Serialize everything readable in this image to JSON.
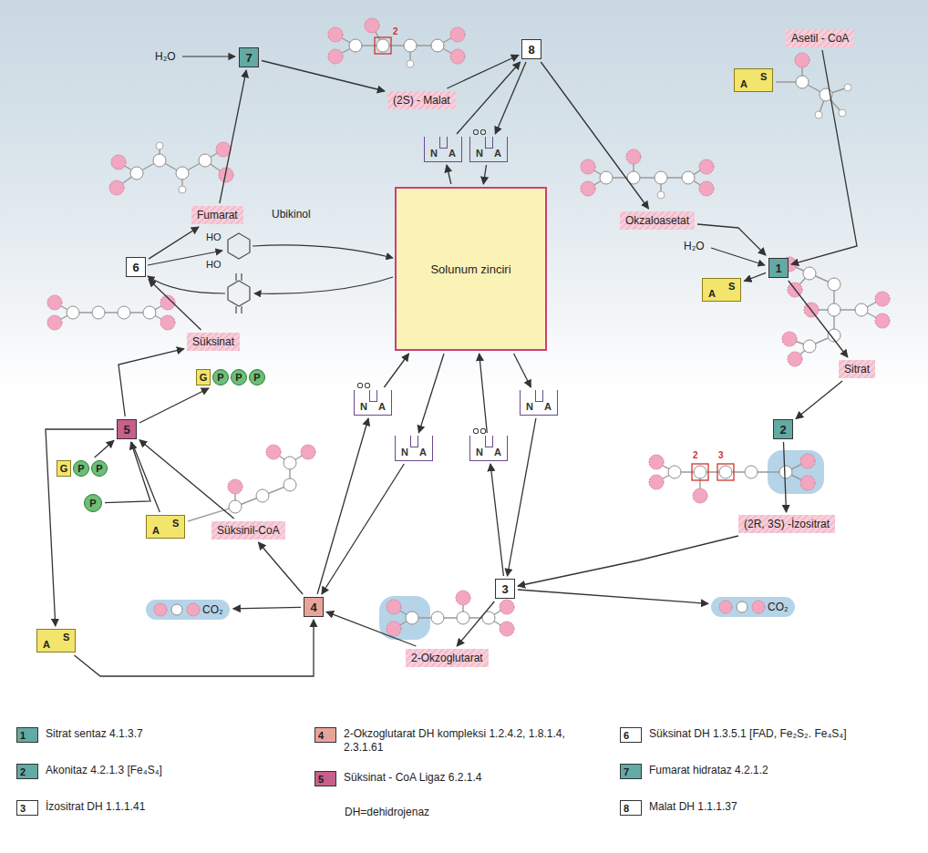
{
  "diagram": {
    "nodes": [
      {
        "text": [
          "7"
        ]
      },
      {
        "text": [
          "(2S) - Malat"
        ]
      },
      {
        "text": [
          "8"
        ]
      },
      {
        "text": [
          "Asetil - CoA"
        ]
      },
      {
        "text": [
          "A",
          "S"
        ]
      },
      {
        "text": [
          "N",
          "A"
        ]
      },
      {
        "text": [
          "N",
          "A"
        ]
      },
      {
        "text": [
          "Fumarat"
        ]
      },
      {
        "text": [
          "Okzaloasetat"
        ]
      },
      {
        "text": [
          "6"
        ]
      },
      {
        "text": [
          "Solunum zinciri"
        ]
      },
      {
        "text": [
          "1"
        ]
      },
      {
        "text": [
          "A",
          "S"
        ]
      },
      {
        "text": [
          "Süksinat"
        ]
      },
      {
        "text": [
          "G",
          "P",
          "P",
          "P"
        ]
      },
      {
        "text": [
          "Sitrat"
        ]
      },
      {
        "text": [
          "5"
        ]
      },
      {
        "text": [
          "2"
        ]
      },
      {
        "text": [
          "N",
          "A"
        ]
      },
      {
        "text": [
          "N",
          "A"
        ]
      },
      {
        "text": [
          "N",
          "A"
        ]
      },
      {
        "text": [
          "N",
          "A"
        ]
      },
      {
        "text": [
          "G",
          "P",
          "P"
        ]
      },
      {
        "text": [
          "P"
        ]
      },
      {
        "text": [
          "A",
          "S"
        ]
      },
      {
        "text": [
          "Süksinil-CoA"
        ]
      },
      {
        "text": [
          "(2R, 3S) -İzositrat"
        ]
      },
      {
        "text": [
          "3"
        ]
      },
      {
        "text": [
          "4"
        ]
      },
      {
        "text": [
          "CO₂"
        ]
      },
      {
        "text": [
          "CO₂"
        ]
      },
      {
        "text": [
          "2-Okzoglutarat"
        ]
      },
      {
        "text": [
          "A",
          "S"
        ]
      }
    ],
    "edges": [
      {
        "from": 3,
        "to": 11,
        "arrow": "to"
      },
      {
        "from": 8,
        "to": 11,
        "arrow": "to"
      },
      {
        "from": 11,
        "to": 12,
        "arrow": "to"
      },
      {
        "from": 11,
        "to": 15,
        "arrow": "to"
      },
      {
        "from": 15,
        "to": 17,
        "arrow": "to"
      },
      {
        "from": 17,
        "to": 26,
        "arrow": "to"
      },
      {
        "from": 26,
        "to": 27,
        "arrow": "to"
      },
      {
        "from": 27,
        "to": 31,
        "arrow": "to"
      },
      {
        "from": 27,
        "to": 30,
        "arrow": "to"
      },
      {
        "from": 27,
        "to": 21,
        "arrow": "to"
      },
      {
        "from": 21,
        "to": 10,
        "arrow": "to"
      },
      {
        "from": 10,
        "to": 20,
        "arrow": "to"
      },
      {
        "from": 20,
        "to": 27,
        "arrow": "to"
      },
      {
        "from": 31,
        "to": 28,
        "arrow": "to"
      },
      {
        "from": 28,
        "to": 29,
        "arrow": "to"
      },
      {
        "from": 28,
        "to": 18,
        "arrow": "to"
      },
      {
        "from": 18,
        "to": 10,
        "arrow": "to"
      },
      {
        "from": 10,
        "to": 19,
        "arrow": "to"
      },
      {
        "from": 19,
        "to": 28,
        "arrow": "to"
      },
      {
        "from": 28,
        "to": 25,
        "arrow": "to"
      },
      {
        "from": 32,
        "to": 28,
        "arrow": "to"
      },
      {
        "from": 16,
        "to": 32,
        "arrow": "to"
      },
      {
        "from": 25,
        "to": 16,
        "arrow": "to"
      },
      {
        "from": 22,
        "to": 16,
        "arrow": "to"
      },
      {
        "from": 23,
        "to": 16,
        "arrow": "to"
      },
      {
        "from": 24,
        "to": 16,
        "arrow": "none"
      },
      {
        "from": 16,
        "to": 14,
        "arrow": "to"
      },
      {
        "from": 16,
        "to": 13,
        "arrow": "to"
      },
      {
        "from": 13,
        "to": 9,
        "arrow": "to"
      },
      {
        "from": 9,
        "to": 7,
        "arrow": "to"
      },
      {
        "from": 7,
        "to": 0,
        "arrow": "to"
      },
      {
        "from": 0,
        "to": 1,
        "arrow": "to"
      },
      {
        "from": 1,
        "to": 2,
        "arrow": "to"
      },
      {
        "from": 2,
        "to": 8,
        "arrow": "to"
      },
      {
        "from": 2,
        "to": 6,
        "arrow": "to"
      },
      {
        "from": 5,
        "to": 2,
        "arrow": "to"
      },
      {
        "from": 10,
        "to": 5,
        "arrow": "to"
      },
      {
        "from": 6,
        "to": 10,
        "arrow": "to"
      }
    ],
    "labels": [
      "H₂O",
      "H₂O",
      "Ubikinol",
      "HO",
      "HO",
      "2",
      "2",
      "3",
      "1",
      "2",
      "3",
      "4",
      "5",
      "6",
      "7",
      "8",
      "DH=dehidrojenaz"
    ],
    "legend": [
      {
        "text": "Sitrat sentaz 4.1.3.7",
        "color": "#63aaa5"
      },
      {
        "text": "Akonitaz 4.2.1.3 [Fe₄S₄]",
        "color": "#63aaa5"
      },
      {
        "text": "İzositrat DH 1.1.1.41",
        "color": "#ffffff"
      },
      {
        "text": "2-Okzoglutarat DH kompleksi 1.2.4.2, 1.8.1.4, 2.3.1.61",
        "color": "#e8a49a"
      },
      {
        "text": "Süksinat - CoA Ligaz 6.2.1.4",
        "color": "#c7608a"
      },
      {
        "text": "Süksinat DH 1.3.5.1 [FAD, Fe₂S₂. Fe₄S₄]",
        "color": "#ffffff"
      },
      {
        "text": "Fumarat hidrataz 4.2.1.2",
        "color": "#63aaa5"
      },
      {
        "text": "Malat DH 1.1.1.37",
        "color": "#ffffff"
      }
    ]
  }
}
